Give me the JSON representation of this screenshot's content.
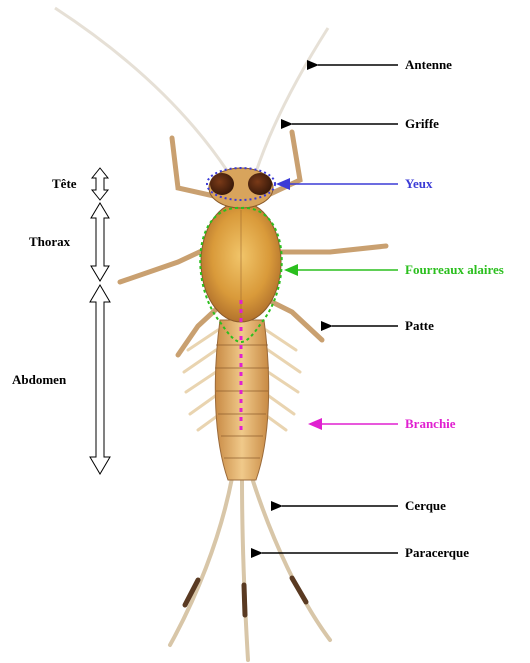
{
  "diagram": {
    "colors": {
      "black": "#000000",
      "blue": "#3b3bd6",
      "green": "#2bbf1e",
      "magenta": "#e020d0"
    },
    "right_labels": [
      {
        "id": "antenne",
        "text": "Antenne",
        "color": "#000000"
      },
      {
        "id": "griffe",
        "text": "Griffe",
        "color": "#000000"
      },
      {
        "id": "yeux",
        "text": "Yeux",
        "color": "#3b3bd6"
      },
      {
        "id": "fourreaux",
        "text": "Fourreaux alaires",
        "color": "#2bbf1e"
      },
      {
        "id": "patte",
        "text": "Patte",
        "color": "#000000"
      },
      {
        "id": "branchie",
        "text": "Branchie",
        "color": "#e020d0"
      },
      {
        "id": "cerque",
        "text": "Cerque",
        "color": "#000000"
      },
      {
        "id": "paracerque",
        "text": "Paracerque",
        "color": "#000000"
      }
    ],
    "left_labels": [
      {
        "id": "tete",
        "text": "Tête"
      },
      {
        "id": "thorax",
        "text": "Thorax"
      },
      {
        "id": "abdomen",
        "text": "Abdomen"
      }
    ]
  }
}
